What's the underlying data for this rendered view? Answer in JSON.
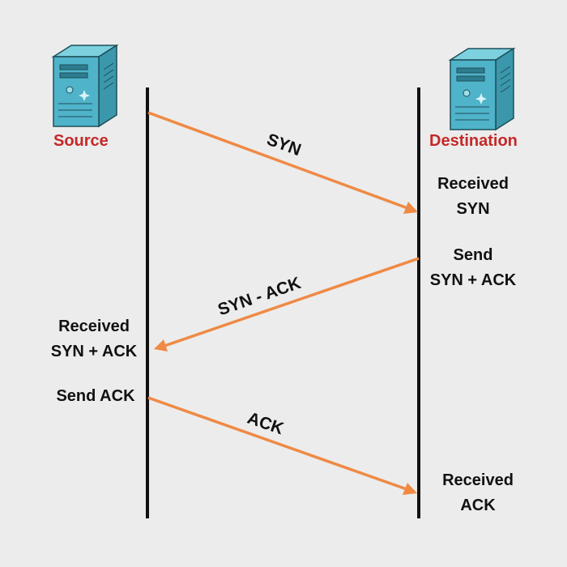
{
  "colors": {
    "background": "#ececec",
    "lifeline": "#111111",
    "arrow": "#ef8a45",
    "node_label": "#c62828",
    "server_body": "#4fb3c9"
  },
  "nodes": {
    "source": {
      "label": "Source",
      "icon": "server-icon"
    },
    "destination": {
      "label": "Destination",
      "icon": "server-icon"
    }
  },
  "messages": [
    {
      "label": "SYN",
      "from": "source",
      "to": "destination"
    },
    {
      "label": "SYN - ACK",
      "from": "destination",
      "to": "source"
    },
    {
      "label": "ACK",
      "from": "source",
      "to": "destination"
    }
  ],
  "annotations": {
    "received_syn": [
      "Received",
      "SYN"
    ],
    "send_syn_ack": [
      "Send",
      "SYN + ACK"
    ],
    "received_syn_ack": [
      "Received",
      "SYN + ACK"
    ],
    "send_ack": [
      "Send ACK"
    ],
    "received_ack": [
      "Received",
      "ACK"
    ]
  }
}
